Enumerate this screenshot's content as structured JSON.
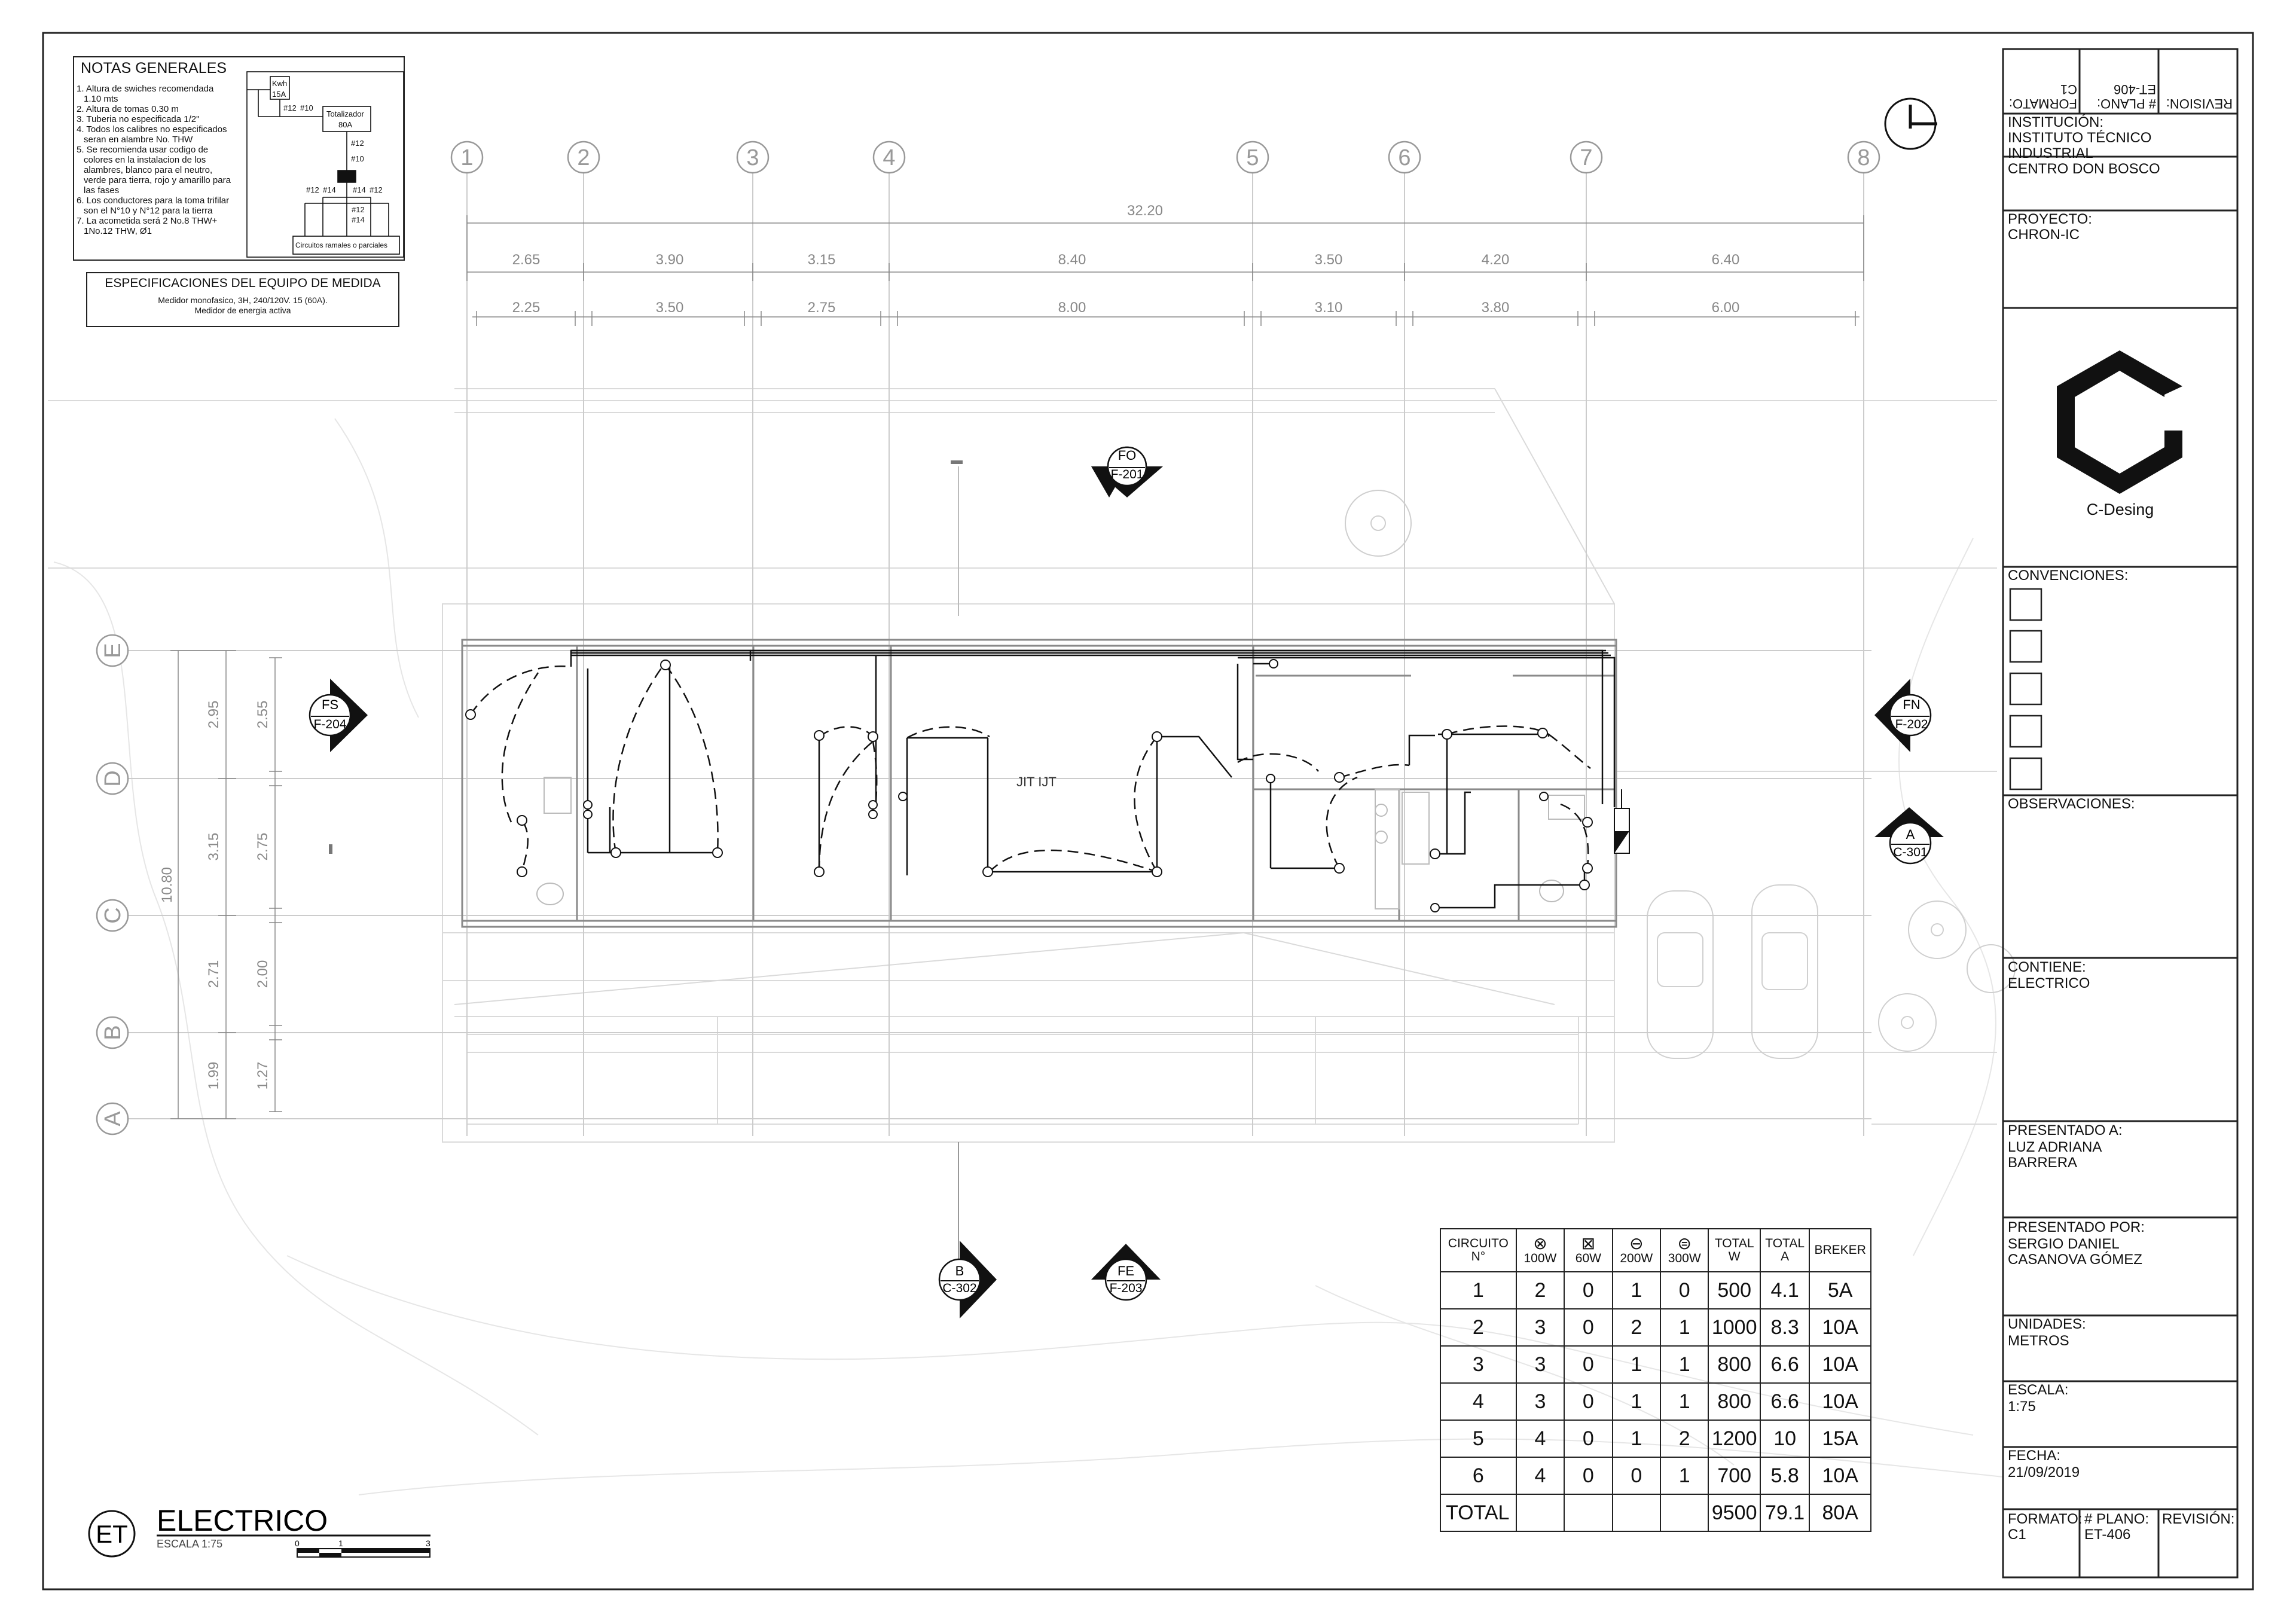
{
  "drawing": {
    "title": "ELECTRICO",
    "scale_label": "ESCALA  1:75",
    "sheet_tag": "ET",
    "scale_bar_ticks": [
      "0",
      "1",
      "3"
    ],
    "north_symbol": "north-arrow"
  },
  "notes": {
    "title": "NOTAS GENERALES",
    "lines": [
      "1. Altura de swiches recomendada",
      "   1.10 mts",
      "2. Altura de tomas 0.30 m",
      "3. Tuberia no especificada 1/2\"",
      "4. Todos los calibres no especificados",
      "   seran en alambre No. THW",
      "5. Se recomienda usar codigo de",
      "   colores en la instalacion de los",
      "   alambres, blanco para el neutro,",
      "   verde para tierra, rojo y amarillo para",
      "   las fases",
      "6. Los conductores para la toma trifilar",
      "   son el N°10 y N°12 para la tierra",
      "7. La acometida será 2 No.8 THW+",
      "   1No.12 THW, Ø1"
    ],
    "diagram_labels": {
      "kwh": "Kwh",
      "amp15": "15A",
      "w12a": "#12",
      "w10a": "#10",
      "totalizador": "Totalizador",
      "amp80": "80A",
      "w12b": "#12",
      "w10b": "#10",
      "w12c": "#12",
      "w14a": "#14",
      "w14b": "#14",
      "w12d": "#12",
      "w12e": "#12",
      "w14c": "#14",
      "circuitos": "Circuitos ramales o parciales"
    }
  },
  "specs": {
    "title": "ESPECIFICACIONES DEL EQUIPO DE MEDIDA",
    "line1": "Medidor monofasico, 3H, 240/120V. 15 (60A).",
    "line2": "Medidor de energia activa"
  },
  "grid": {
    "columns": [
      "1",
      "2",
      "3",
      "4",
      "5",
      "6",
      "7",
      "8"
    ],
    "rows": [
      "E",
      "D",
      "C",
      "B",
      "A"
    ],
    "overall_dim": "32.20",
    "dims_axis": [
      "2.65",
      "3.90",
      "3.15",
      "8.40",
      "3.50",
      "4.20",
      "6.40"
    ],
    "dims_inner": [
      "2.25",
      "3.50",
      "2.75",
      "8.00",
      "3.10",
      "3.80",
      "6.00"
    ],
    "overall_vertical": "10.80",
    "dims_vertical": [
      "2.95",
      "3.15",
      "2.71",
      "1.99"
    ],
    "dims_vertical_inner": [
      "2.55",
      "2.75",
      "2.00",
      "1.27"
    ]
  },
  "section_markers": {
    "fo": {
      "top": "FO",
      "bottom": "F-201"
    },
    "fs": {
      "top": "FS",
      "bottom": "F-204"
    },
    "fn": {
      "top": "FN",
      "bottom": "F-202"
    },
    "a": {
      "top": "A",
      "bottom": "C-301"
    },
    "b": {
      "top": "B",
      "bottom": "C-302"
    },
    "fe": {
      "top": "FE",
      "bottom": "F-203"
    }
  },
  "plan_label": "JIT  IJT",
  "load_table": {
    "headers": [
      "CIRCUITO N°",
      "100W",
      "60W",
      "200W",
      "300W",
      "TOTAL W",
      "TOTAL A",
      "BREKER"
    ],
    "header_icons": [
      "lamp-100w-icon",
      "lamp-60w-icon",
      "outlet-200w-icon",
      "outlet-300w-icon"
    ],
    "rows": [
      [
        "1",
        "2",
        "0",
        "1",
        "0",
        "500",
        "4.1",
        "5A"
      ],
      [
        "2",
        "3",
        "0",
        "2",
        "1",
        "1000",
        "8.3",
        "10A"
      ],
      [
        "3",
        "3",
        "0",
        "1",
        "1",
        "800",
        "6.6",
        "10A"
      ],
      [
        "4",
        "3",
        "0",
        "1",
        "1",
        "800",
        "6.6",
        "10A"
      ],
      [
        "5",
        "4",
        "0",
        "1",
        "2",
        "1200",
        "10",
        "15A"
      ],
      [
        "6",
        "4",
        "0",
        "0",
        "1",
        "700",
        "5.8",
        "10A"
      ]
    ],
    "total_row": [
      "TOTAL",
      "",
      "",
      "",
      "",
      "9500",
      "79.1",
      "80A"
    ]
  },
  "title_block": {
    "top_formato": "FORMATO:",
    "top_formato_val": "C1",
    "top_plano": "# PLANO:",
    "top_plano_val": "ET-406",
    "top_revision": "REVISION:",
    "institucion_label": "INSTITUCIÓN:",
    "institucion_value": "INSTITUTO TÉCNICO INDUSTRIAL\nCENTRO DON BOSCO",
    "proyecto_label": "PROYECTO:",
    "proyecto_value": "CHRON-IC",
    "logo_text": "C-Desing",
    "convenciones_label": "CONVENCIONES:",
    "observaciones_label": "OBSERVACIONES:",
    "contiene_label": "CONTIENE:",
    "contiene_value": "ELECTRICO",
    "presentado_a_label": "PRESENTADO A:",
    "presentado_a_value": "LUZ ADRIANA\nBARRERA",
    "presentado_por_label": "PRESENTADO POR:",
    "presentado_por_value": "SERGIO DANIEL\nCASANOVA GÓMEZ",
    "unidades_label": "UNIDADES:",
    "unidades_value": "METROS",
    "escala_label": "ESCALA:",
    "escala_value": "1:75",
    "fecha_label": "FECHA:",
    "fecha_value": "21/09/2019",
    "formato_label": "FORMATO:",
    "formato_value": "C1",
    "plano_label": "# PLANO:",
    "plano_value": "ET-406",
    "revision_label": "REVISIÓN:"
  }
}
